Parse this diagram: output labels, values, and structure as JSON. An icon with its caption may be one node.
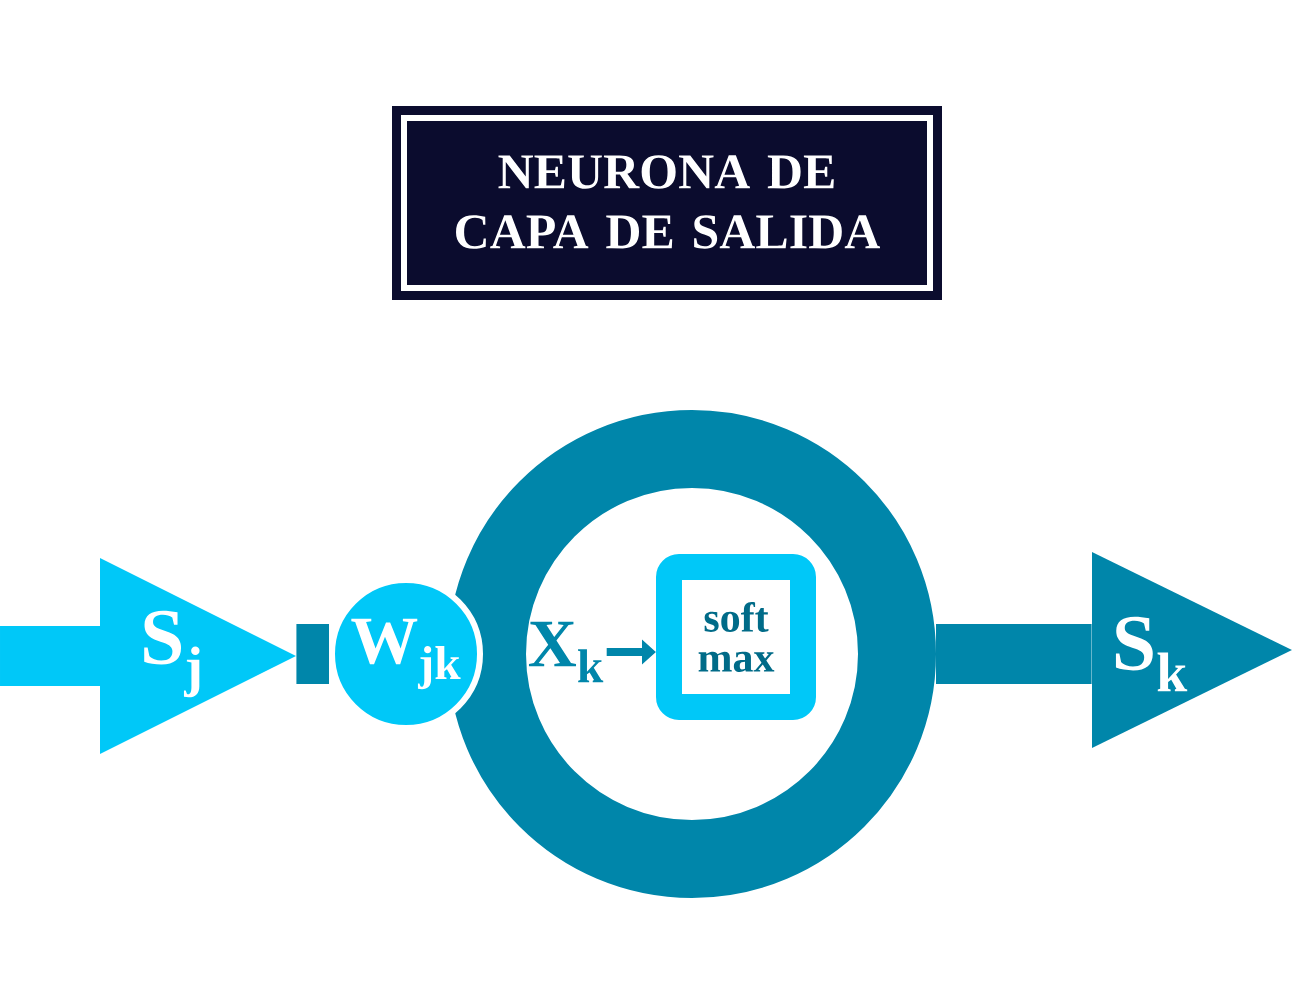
{
  "diagram": {
    "title": "NEURONA DE CAPA DE SALIDA",
    "nodes": [
      {
        "text": [
          "S$_{j}$"
        ]
      },
      {
        "text": [
          "W$_{jk}$"
        ]
      },
      {
        "text": [],
        "shape": "circle"
      },
      {
        "text": [
          "X$_{k}$"
        ],
        "in": 2
      },
      {
        "text": [
          "soft max"
        ],
        "in": 2
      },
      {
        "text": [
          "S$_{k}$"
        ]
      }
    ],
    "edges": [
      {
        "from": 0,
        "to": 1,
        "arrow": "none"
      },
      {
        "from": 2,
        "to": 5,
        "arrow": "none"
      },
      {
        "from": 3,
        "to": 4,
        "arrow": "to"
      }
    ]
  }
}
